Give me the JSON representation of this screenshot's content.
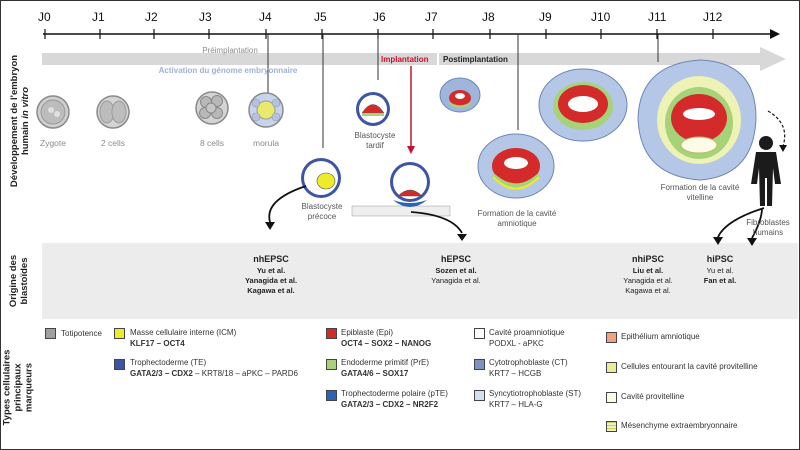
{
  "row_labels": {
    "development_prefix": "Développement de l'embryon humain",
    "development_suffix": "in vitro",
    "origin": "Origine des blastoïdes",
    "cell_types": "Types cellulaires principaux marqueurs"
  },
  "days": [
    "J0",
    "J1",
    "J2",
    "J3",
    "J4",
    "J5",
    "J6",
    "J7",
    "J8",
    "J9",
    "J10",
    "J11",
    "J12"
  ],
  "phases": {
    "preimplantation": "Préimplantation",
    "activation": "Activation du génome embryonnaire",
    "implantation": "Implantation",
    "postimplantation": "Postimplantation"
  },
  "stages": {
    "zygote": "Zygote",
    "two_cells": "2 cells",
    "eight_cells": "8 cells",
    "morula": "morula",
    "early_blastocyst": "Blastocyste précoce",
    "late_blastocyst": "Blastocyste tardif",
    "amniotic": "Formation de la cavité amniotique",
    "yolk": "Formation de la cavité vitelline",
    "fibroblasts": "Fibroblastes humains"
  },
  "origins": [
    {
      "title": "nhEPSC",
      "lines": [
        {
          "text": "Yu et al.",
          "bold": true
        },
        {
          "text": "Yanagida et al.",
          "bold": true
        },
        {
          "text": "Kagawa et al.",
          "bold": true
        }
      ]
    },
    {
      "title": "hEPSC",
      "lines": [
        {
          "text": "Sozen et al.",
          "bold": true
        },
        {
          "text": "Yanagida et al.",
          "bold": false
        }
      ]
    },
    {
      "title": "nhiPSC",
      "lines": [
        {
          "text": "Liu et al.",
          "bold": true
        },
        {
          "text": "Yanagida et al.",
          "bold": false
        },
        {
          "text": "Kagawa et al.",
          "bold": false
        }
      ]
    },
    {
      "title": "hiPSC",
      "lines": [
        {
          "text": "Yu et al.",
          "bold": false
        },
        {
          "text": "Fan et al.",
          "bold": true
        }
      ]
    }
  ],
  "legend": [
    {
      "name": "Totipotence",
      "color": "#a0a0a0",
      "markers": []
    },
    {
      "name": "Masse cellulaire interne (ICM)",
      "color": "#ecec2a",
      "markers": [
        {
          "text": "KLF17 – OCT4",
          "bold": true
        }
      ]
    },
    {
      "name": "Trophectoderme (TE)",
      "color": "#3c55a5",
      "markers": [
        {
          "text": "GATA2/3 – CDX2",
          "bold": true
        },
        {
          "text": " – KRT8/18 – aPKC – PARD6",
          "bold": false
        }
      ]
    },
    {
      "name": "Epiblaste (Epi)",
      "color": "#d42a2a",
      "markers": [
        {
          "text": "OCT4 – SOX2 – NANOG",
          "bold": true
        }
      ]
    },
    {
      "name": "Endoderme primitif (PrE)",
      "color": "#a6d27a",
      "markers": [
        {
          "text": "GATA4/6 – SOX17",
          "bold": true
        }
      ]
    },
    {
      "name": "Trophectoderme polaire (pTE)",
      "color": "#2c63b4",
      "markers": [
        {
          "text": "GATA2/3 – CDX2 – NR2F2",
          "bold": true
        }
      ]
    },
    {
      "name": "Cavité proamniotique",
      "color": "#ffffff",
      "markers": [
        {
          "text": "PODXL - aPKC",
          "bold": false
        }
      ]
    },
    {
      "name": "Cytotrophoblaste (CT)",
      "color": "#7d93c4",
      "markers": [
        {
          "text": "KRT7 – HCGB",
          "bold": false
        }
      ]
    },
    {
      "name": "Syncytiotrophoblaste (ST)",
      "color": "#d2e0f2",
      "markers": [
        {
          "text": "KRT7 – HLA-G",
          "bold": false
        }
      ]
    },
    {
      "name": "Epithélium amniotique",
      "color": "#f3a184",
      "markers": []
    },
    {
      "name": "Cellules entourant la cavité provitelline",
      "color": "#e9ed9a",
      "markers": []
    },
    {
      "name": "Cavité provitelline",
      "color": "#fbfbe8",
      "markers": []
    },
    {
      "name": "Mésenchyme extraembryonnaire",
      "color": "#eef2b4",
      "markers": []
    }
  ],
  "colors": {
    "implantation_red": "#c0142c",
    "phase_arrow": "#d8d8d8",
    "activation_text": "#9fb0d8",
    "origin_band": "#ececec"
  }
}
